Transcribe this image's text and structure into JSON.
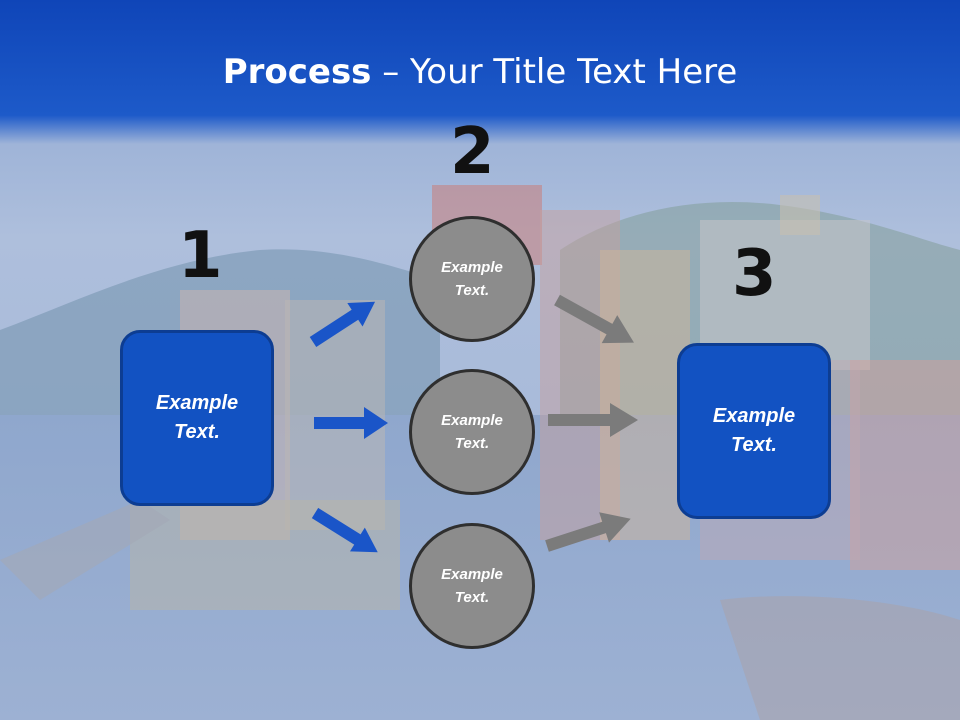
{
  "slide": {
    "title_bold": "Process",
    "title_rest": " – Your Title Text Here",
    "colors": {
      "title_band": "#1652c4",
      "box_fill": "#1252c2",
      "circle_fill": "#8c8c8c",
      "blue_arrow": "#1a55c8",
      "gray_arrow": "#7b7b7b"
    }
  },
  "steps": {
    "step1": {
      "number": "1",
      "text": "Example Text."
    },
    "step2": {
      "number": "2",
      "circles": [
        {
          "text": "Example Text."
        },
        {
          "text": "Example Text."
        },
        {
          "text": "Example Text."
        }
      ]
    },
    "step3": {
      "number": "3",
      "text": "Example Text."
    }
  }
}
